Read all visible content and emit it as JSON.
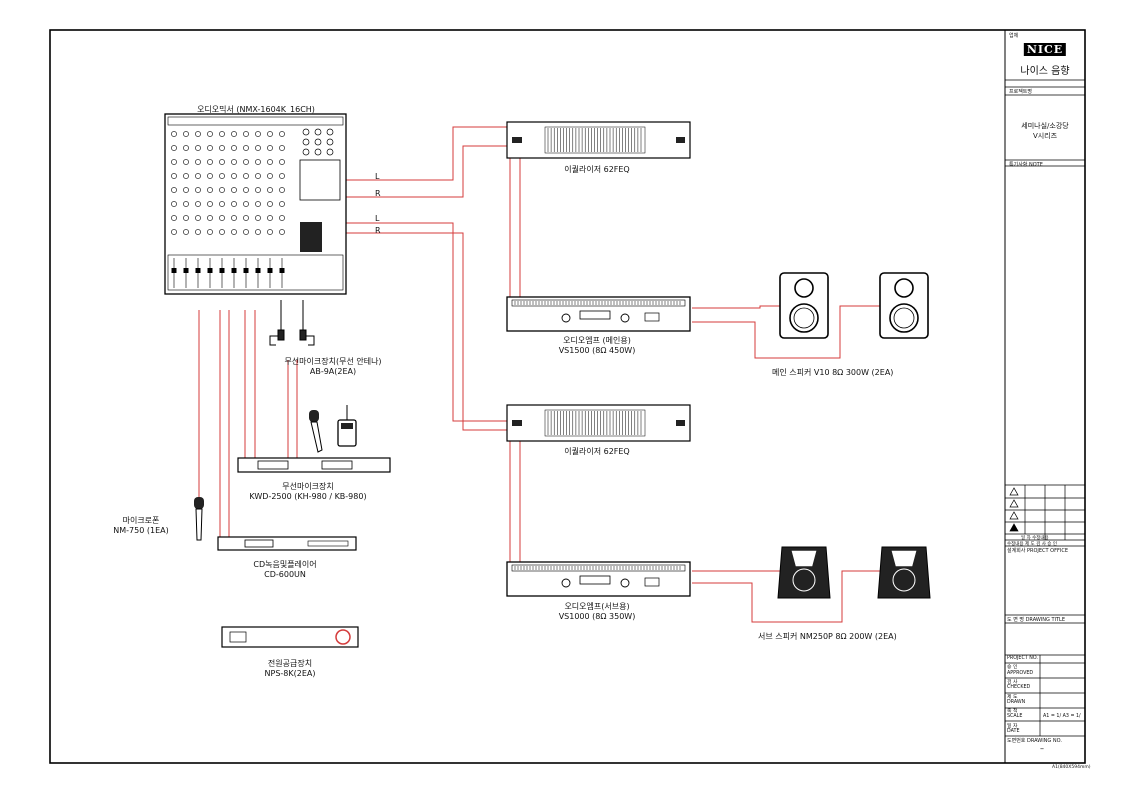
{
  "devices": {
    "mixer": {
      "title": "오디오믹서 (NMX-1604K_16CH)"
    },
    "eq_top": {
      "label": "이퀄라이저 62FEQ"
    },
    "eq_bottom": {
      "label": "이퀄라이저 62FEQ"
    },
    "amp_main": {
      "label1": "오디오엠프 (메인용)",
      "label2": "VS1500 (8Ω 450W)"
    },
    "amp_sub": {
      "label1": "오디오엠프(서브용)",
      "label2": "VS1000 (8Ω 350W)"
    },
    "speaker_main": {
      "label": "메인 스피커 V10 8Ω 300W (2EA)"
    },
    "speaker_sub": {
      "label": "서브 스피커 NM250P 8Ω 200W (2EA)"
    },
    "antenna": {
      "label1": "무선마이크장치(무선 안테나)",
      "label2": "AB-9A(2EA)"
    },
    "wireless_mic": {
      "label1": "무선마이크장치",
      "label2": "KWD-2500 (KH-980 / KB-980)"
    },
    "microphone": {
      "label1": "마이크로폰",
      "label2": "NM-750 (1EA)"
    },
    "cd_player": {
      "label1": "CD녹음및플레이어",
      "label2": "CD-600UN"
    },
    "power_supply": {
      "label1": "전원공급장치",
      "label2": "NPS-8K(2EA)"
    }
  },
  "channels": {
    "left": "L",
    "right": "R"
  },
  "title_block": {
    "corner_tag": "업체",
    "brand": "NICE",
    "company": "나이스 음향",
    "project_label": "프로젝트명",
    "project_line1": "세미나실/소강당",
    "project_line2": "V시리즈",
    "notes_label": "특기사항 NOTE",
    "revision_label": "일 자  수정내용",
    "revision_columns": "수정내용  제 도  검 사  승 인",
    "office_label": "설계회사 PROJECT OFFICE",
    "drawing_title_label": "도 면 명 DRAWING TITLE",
    "rows": [
      {
        "label": "PROJECT NO.",
        "value": ""
      },
      {
        "label": "승 인",
        "value": ""
      },
      {
        "label": "APPROVED",
        "value": ""
      },
      {
        "label": "검 사",
        "value": ""
      },
      {
        "label": "CHECKED",
        "value": ""
      },
      {
        "label": "제 도",
        "value": ""
      },
      {
        "label": "DRAWN",
        "value": ""
      },
      {
        "label": "축 척",
        "value": ""
      },
      {
        "label": "SCALE",
        "value": "A1 = 1/  A3 = 1/"
      },
      {
        "label": "일 자",
        "value": ""
      },
      {
        "label": "DATE",
        "value": ""
      }
    ],
    "drawing_no_label": "도면번호 DRAWING NO.",
    "drawing_no": "–",
    "sheet_ref": "A1(840X594mm)"
  }
}
